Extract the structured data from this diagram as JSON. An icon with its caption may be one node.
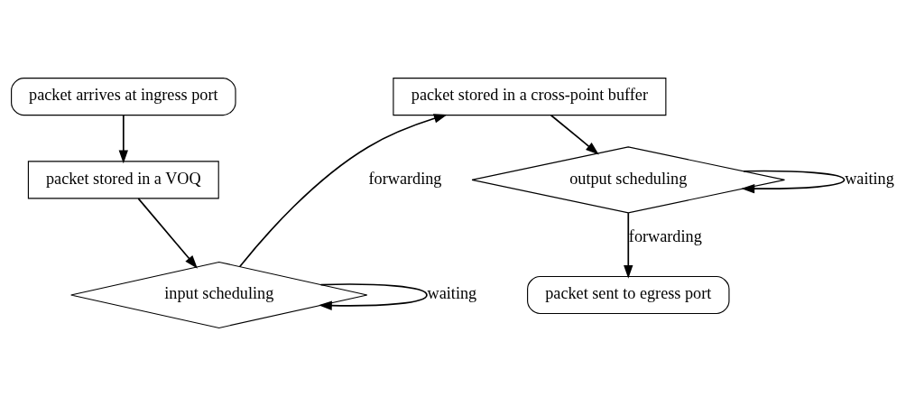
{
  "diagram": {
    "nodes": [
      {
        "text": [
          "packet arrives at ingress port"
        ]
      },
      {
        "text": [
          "packet stored in a VOQ"
        ]
      },
      {
        "text": [
          "input scheduling"
        ]
      },
      {
        "text": [
          "packet stored in a cross-point buffer"
        ]
      },
      {
        "text": [
          "output scheduling"
        ]
      },
      {
        "text": [
          "packet sent to egress port"
        ]
      }
    ],
    "edges": [
      {
        "from": 0,
        "to": 1,
        "arrow": "to"
      },
      {
        "from": 1,
        "to": 2,
        "arrow": "to"
      },
      {
        "from": 2,
        "to": 2,
        "arrow": "to",
        "label": "waiting"
      },
      {
        "from": 2,
        "to": 3,
        "arrow": "to",
        "label": "forwarding"
      },
      {
        "from": 3,
        "to": 4,
        "arrow": "to"
      },
      {
        "from": 4,
        "to": 4,
        "arrow": "to",
        "label": "waiting"
      },
      {
        "from": 4,
        "to": 5,
        "arrow": "to",
        "label": "forwarding"
      }
    ]
  }
}
